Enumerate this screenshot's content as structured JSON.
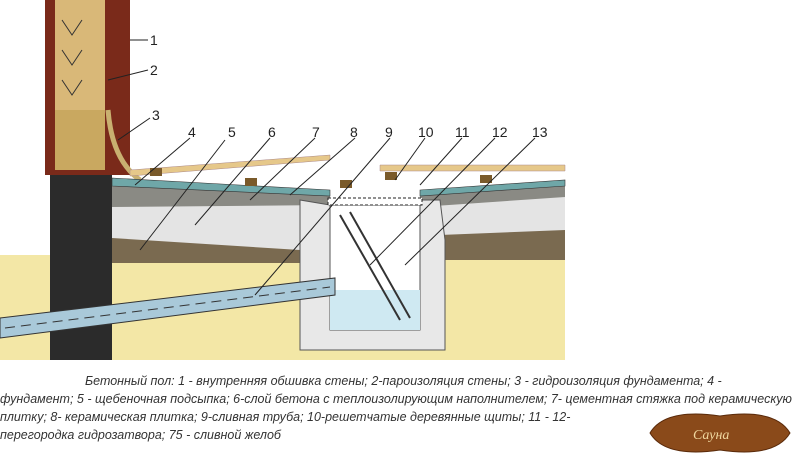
{
  "labels": [
    "1",
    "2",
    "3",
    "4",
    "5",
    "6",
    "7",
    "8",
    "9",
    "10",
    "11",
    "12",
    "13"
  ],
  "caption": "Бетонный пол: 1 - внутренняя обшивка стены; 2-пароизоляция стены; 3 - гидроизоляция фундамента; 4 - фундамент; 5 - щебеночная подсыпка; 6-слой бетона с теплоизолирующим наполнителем; 7- цементная стяжка под керамическую плитку; 8- керамическая плитка; 9-сливная труба; 10-решетчатые деревянные щиты; 11 - 12- перегородка гидрозатвора; 75 - сливной желоб",
  "logo_text": "Сауна",
  "colors": {
    "soil": "#f3e7a6",
    "concrete": "#e4e4e4",
    "screed": "#8a8a84",
    "gravel": "#7a6a50",
    "tile": "#6fa7a8",
    "wood": "#e6c88a",
    "water": "#cfe9f2",
    "foundation": "#2b2b2b"
  }
}
